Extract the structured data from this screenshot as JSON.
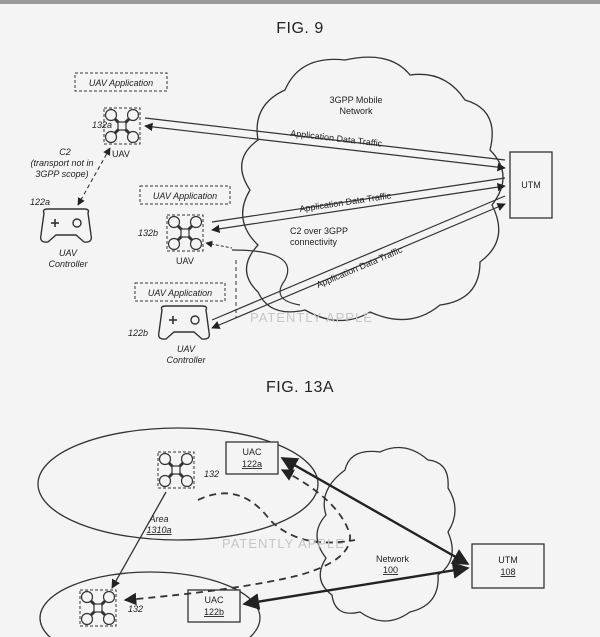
{
  "fig9": {
    "title": "FIG. 9",
    "cloud_label_1": "3GPP Mobile",
    "cloud_label_2": "Network",
    "uav_app_a": "UAV Application",
    "uav_app_b": "UAV Application",
    "uav_app_c": "UAV Application",
    "ref_132a": "132a",
    "ref_132b": "132b",
    "ref_122a": "122a",
    "ref_122b": "122b",
    "uav_label_a": "UAV",
    "uav_label_b": "UAV",
    "controller_a_1": "UAV",
    "controller_a_2": "Controller",
    "controller_b_1": "UAV",
    "controller_b_2": "Controller",
    "c2_title": "C2",
    "c2_line1": "(transport not in",
    "c2_line2": "3GPP scope)",
    "c2_over_1": "C2 over 3GPP",
    "c2_over_2": "connectivity",
    "traffic_1": "Application Data Traffic",
    "traffic_2": "Application Data Traffic",
    "traffic_3": "Application Data Traffic",
    "utm": "UTM",
    "watermark": "PATENTLY APPLE"
  },
  "fig13a": {
    "title": "FIG. 13A",
    "uac_a_1": "UAC",
    "uac_a_2": "122a",
    "uac_b_1": "UAC",
    "uac_b_2": "122b",
    "ref_132_top": "132",
    "ref_132_bottom": "132",
    "area_1": "Area",
    "area_2": "1310a",
    "network_1": "Network",
    "network_2": "100",
    "utm_1": "UTM",
    "utm_2": "108",
    "watermark": "PATENTLY APPLE"
  }
}
